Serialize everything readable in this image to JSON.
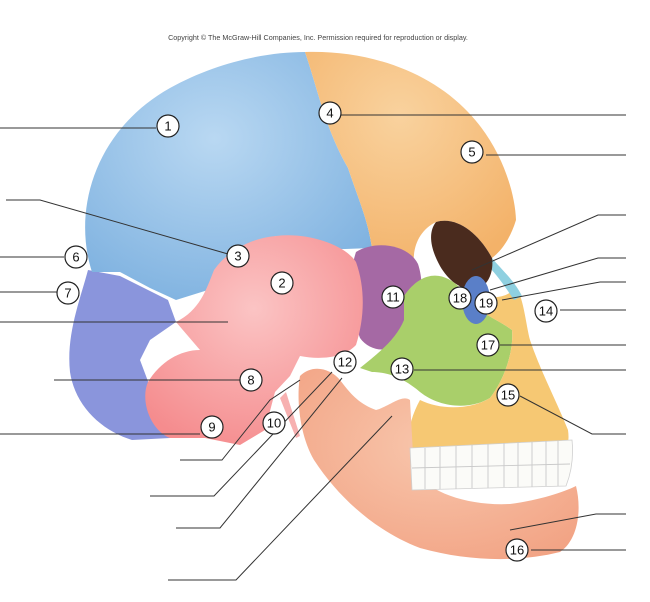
{
  "copyright": "Copyright © The McGraw-Hill Companies, Inc. Permission required for reproduction or display.",
  "labels": [
    "1",
    "2",
    "3",
    "4",
    "5",
    "6",
    "7",
    "8",
    "9",
    "10",
    "11",
    "12",
    "13",
    "14",
    "15",
    "16",
    "17",
    "18",
    "19"
  ],
  "colors": {
    "parietal": "#7fb2e0",
    "frontal": "#f3b269",
    "temporal": "#f58c8e",
    "occipital": "#8a95dc",
    "sphenoid": "#a569a4",
    "zygomatic": "#a9cf6a",
    "maxilla": "#f6c873",
    "mandible": "#f2a384",
    "nasal": "#8fd0e0",
    "lacrimal": "#5a7fc8",
    "teeth": "#fbfbf8",
    "leader": "#333333"
  }
}
